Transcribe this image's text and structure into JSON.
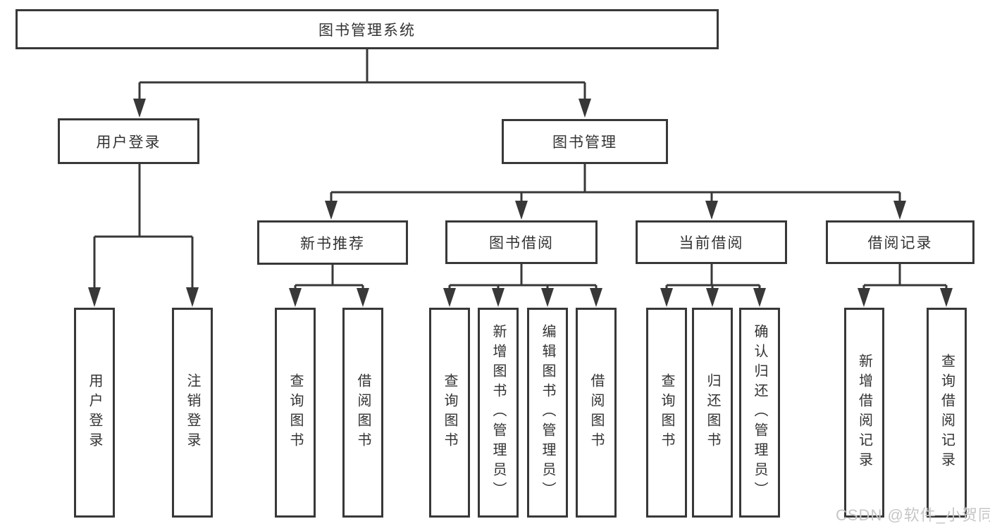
{
  "root": {
    "label": "图书管理系统"
  },
  "level2": {
    "user_login": {
      "label": "用户登录"
    },
    "book_management": {
      "label": "图书管理"
    }
  },
  "level3": {
    "new_book_recommend": {
      "label": "新书推荐"
    },
    "book_borrow": {
      "label": "图书借阅"
    },
    "current_borrow": {
      "label": "当前借阅"
    },
    "borrow_records": {
      "label": "借阅记录"
    }
  },
  "leaves": {
    "user_login": [
      {
        "label": "用户登录"
      },
      {
        "label": "注销登录"
      }
    ],
    "new_book_recommend": [
      {
        "label": "查询图书"
      },
      {
        "label": "借阅图书"
      }
    ],
    "book_borrow": [
      {
        "label": "查询图书"
      },
      {
        "label": "新增图书（管理员）"
      },
      {
        "label": "编辑图书（管理员）"
      },
      {
        "label": "借阅图书"
      }
    ],
    "current_borrow": [
      {
        "label": "查询图书"
      },
      {
        "label": "归还图书"
      },
      {
        "label": "确认归还（管理员）"
      }
    ],
    "borrow_records": [
      {
        "label": "新增借阅记录"
      },
      {
        "label": "查询借阅记录"
      }
    ]
  },
  "watermark": {
    "text": "CSDN @软件_小贺同学"
  },
  "colors": {
    "line": "#383838",
    "text": "#333333",
    "watermark": "#c6c6c6",
    "background": "#ffffff"
  }
}
